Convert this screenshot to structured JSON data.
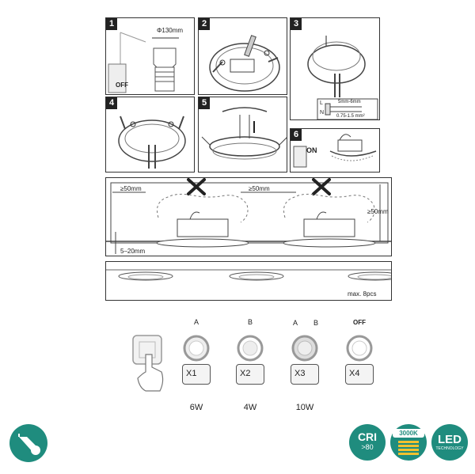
{
  "steps": {
    "s1": {
      "num": "1",
      "diameter": "Φ130mm",
      "switch": "OFF"
    },
    "s2": {
      "num": "2"
    },
    "s3": {
      "num": "3",
      "strip": "5mm-6mm",
      "wire": "0.75-1.5 mm²",
      "l": "L",
      "n": "N"
    },
    "s4": {
      "num": "4"
    },
    "s5": {
      "num": "5"
    },
    "s6": {
      "num": "6",
      "switch": "ON"
    }
  },
  "spacing": {
    "left": "≥50mm",
    "middle": "≥50mm",
    "right": "≥50mm",
    "bottom": "5–20mm"
  },
  "max_note": "max. 8pcs",
  "modes": [
    {
      "top": "A",
      "press": "X1",
      "watt": "6W"
    },
    {
      "top": "B",
      "press": "X2",
      "watt": "4W"
    },
    {
      "top_a": "A",
      "top_b": "B",
      "press": "X3",
      "watt": "10W"
    },
    {
      "top": "OFF",
      "press": "X4",
      "watt": ""
    }
  ],
  "badges": {
    "cri": "CRI",
    "cri_value": ">80",
    "cct": "3000K",
    "led": "LED",
    "led_sub": "TECHNOLOGY"
  },
  "colors": {
    "teal": "#1f8c7e",
    "yellow": "#f2c12e"
  }
}
